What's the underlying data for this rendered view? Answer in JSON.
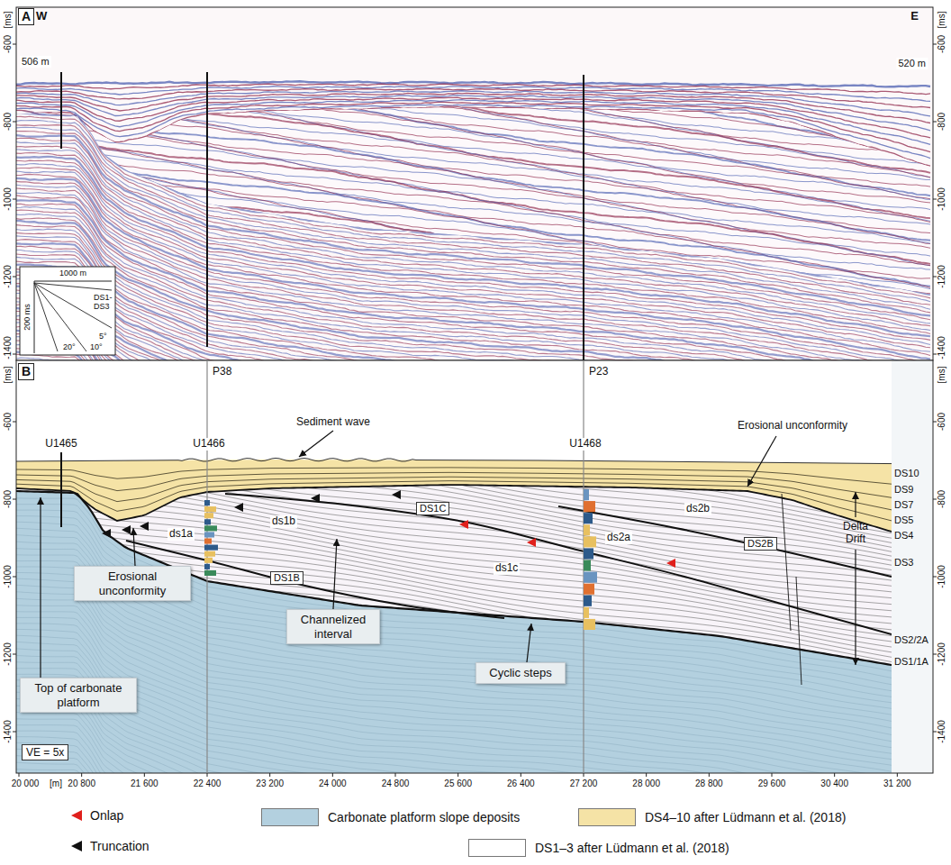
{
  "diagram": {
    "nodes": [
      {
        "text": [
          "A"
        ]
      },
      {
        "text": [
          "B"
        ]
      },
      {
        "text": [
          "Erosional unconformity"
        ]
      },
      {
        "text": [
          "Top of carbonate platform"
        ]
      },
      {
        "text": [
          "Channelized interval"
        ]
      },
      {
        "text": [
          "Cyclic steps"
        ]
      },
      {
        "text": [
          "DS1B"
        ]
      },
      {
        "text": [
          "DS1C"
        ]
      },
      {
        "text": [
          "DS2B"
        ]
      },
      {
        "text": [
          "VE = 5x"
        ]
      }
    ],
    "labels": [
      "W",
      "E",
      "[ms]",
      "[ms]",
      "-600",
      "-800",
      "-1000",
      "-1200",
      "-1400",
      "-600",
      "-800",
      "-1000",
      "-1200",
      "-1400",
      "506 m",
      "520 m",
      "1000 m",
      "200 ms",
      "DS1-",
      "DS3",
      "5°",
      "20°",
      "10°",
      "[ms]",
      "[ms]",
      "-600",
      "-800",
      "-1000",
      "-1200",
      "-1400",
      "-600",
      "-800",
      "-1000",
      "-1200",
      "-1400",
      "P38",
      "P23",
      "U1465",
      "U1466",
      "U1468",
      "Sediment wave",
      "Erosional unconformity",
      "DS10",
      "DS9",
      "DS7",
      "DS5",
      "DS4",
      "DS3",
      "DS2/2A",
      "DS1/1A",
      "Delta Drift",
      "ds1a",
      "ds1b",
      "ds1c",
      "ds2a",
      "ds2b",
      "20 000",
      "[m]",
      "20 800",
      "21 600",
      "22 400",
      "23 200",
      "24 000",
      "24 800",
      "25 600",
      "26 400",
      "27 200",
      "28 000",
      "28 800",
      "29 600",
      "30 400",
      "31 200"
    ],
    "legend": [
      {
        "text": "Onlap"
      },
      {
        "text": "Truncation"
      },
      {
        "text": "Carbonate platform slope deposits",
        "color": "#b3d0df"
      },
      {
        "text": "DS4–10 after Lüdmann et al. (2018)",
        "color": "#f5e3a6"
      },
      {
        "text": "DS1–3 after Lüdmann et al. (2018)",
        "color": "#ffffff"
      }
    ]
  }
}
